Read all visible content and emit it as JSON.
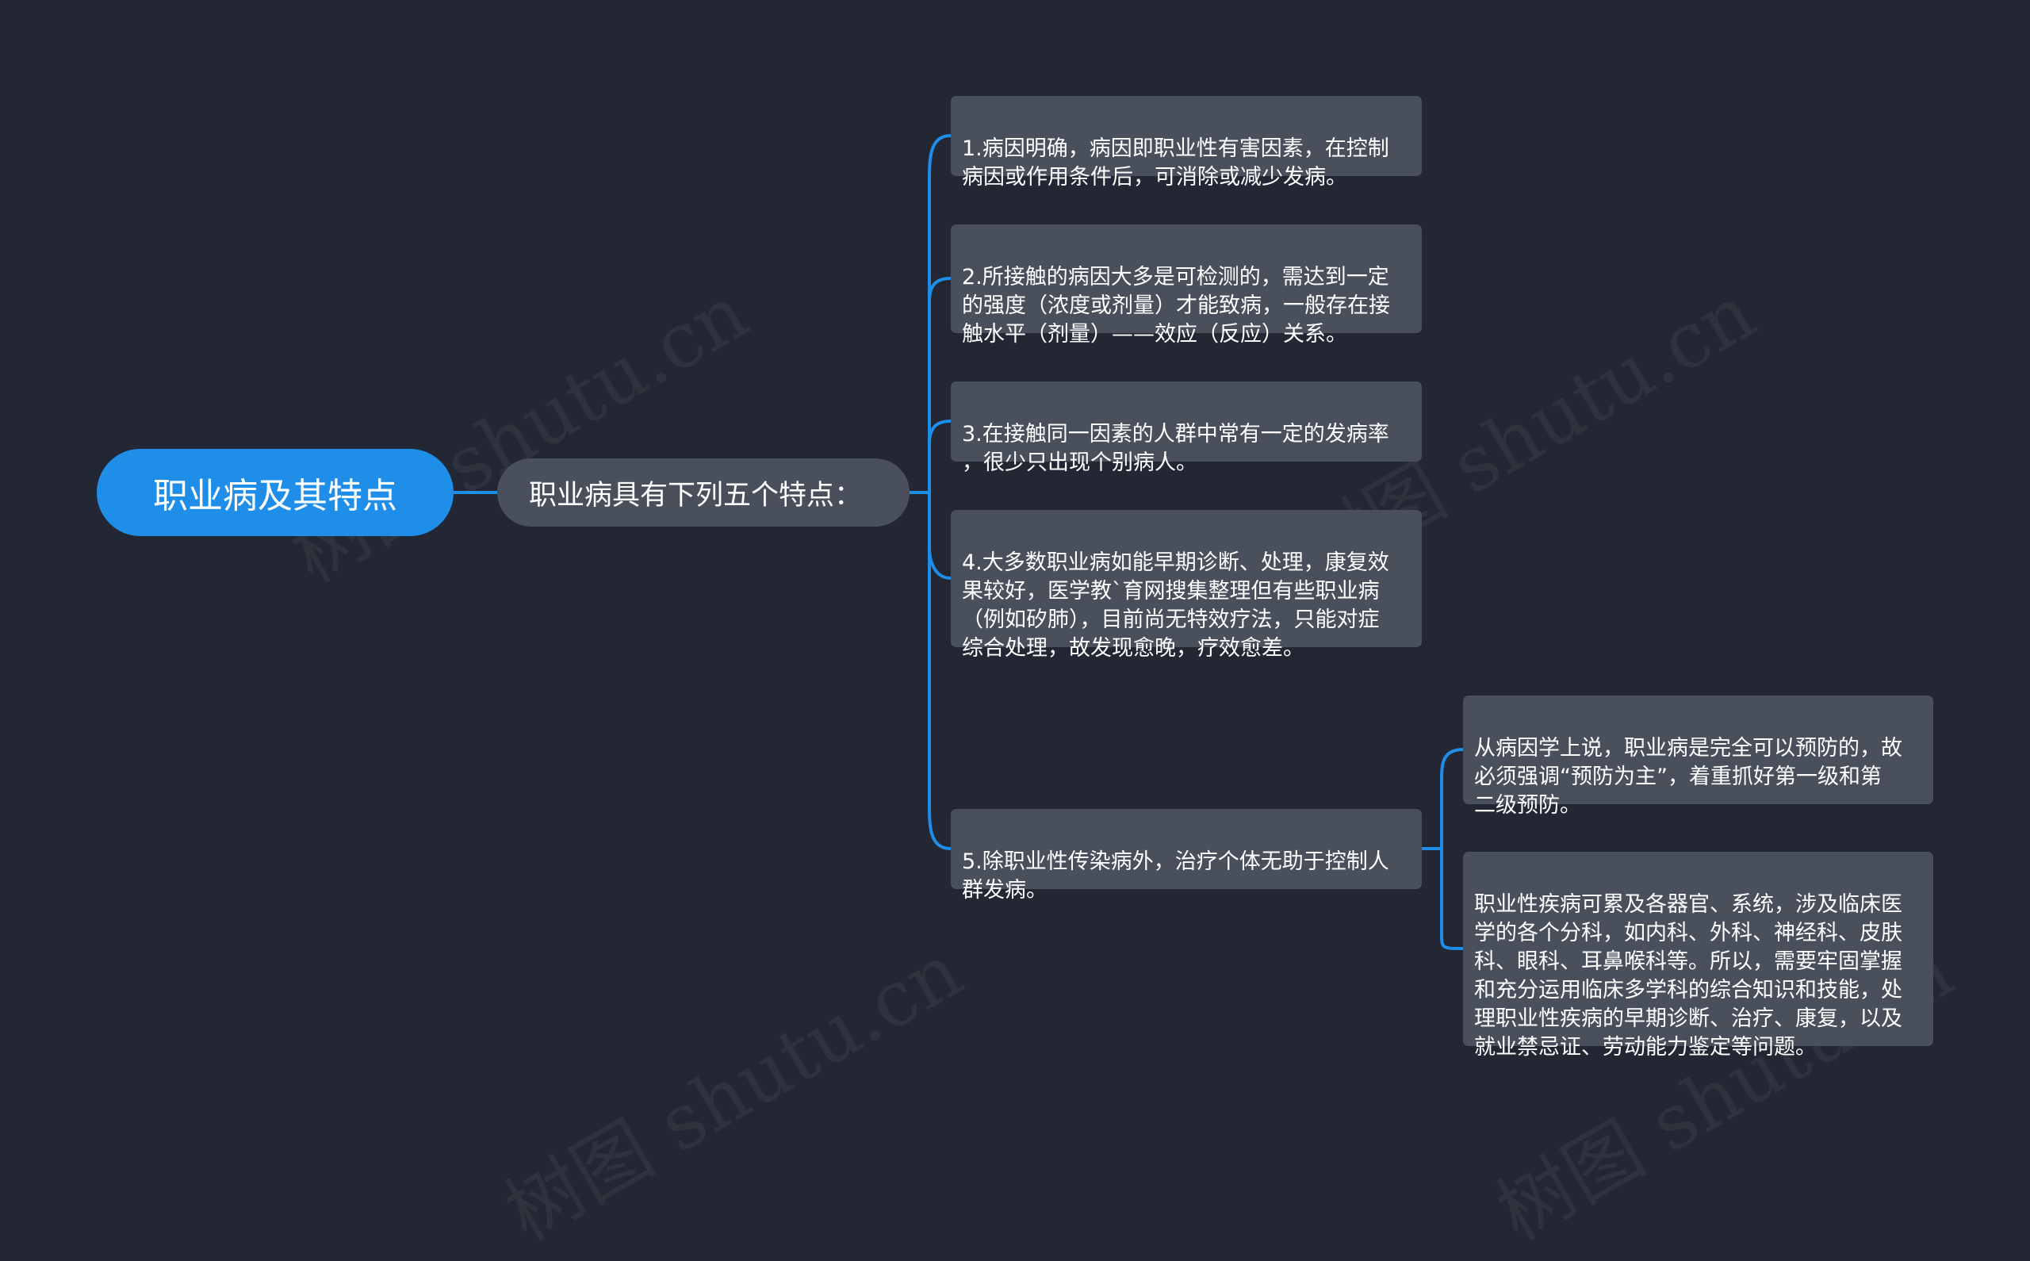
{
  "root": {
    "label": "职业病及其特点"
  },
  "branch": {
    "label": "职业病具有下列五个特点："
  },
  "points": [
    {
      "text": "1.病因明确，病因即职业性有害因素，在控制\n病因或作用条件后，可消除或减少发病。"
    },
    {
      "text": "2.所接触的病因大多是可检测的，需达到一定\n的强度（浓度或剂量）才能致病，一般存在接\n触水平（剂量）——效应（反应）关系。"
    },
    {
      "text": "3.在接触同一因素的人群中常有一定的发病率\n，很少只出现个别病人。"
    },
    {
      "text": "4.大多数职业病如能早期诊断、处理，康复效\n果较好，医学教`育网搜集整理但有些职业病\n（例如矽肺），目前尚无特效疗法，只能对症\n综合处理，故发现愈晚，疗效愈差。"
    },
    {
      "text": "5.除职业性传染病外，治疗个体无助于控制人\n群发病。"
    }
  ],
  "sub_points": [
    {
      "text": "从病因学上说，职业病是完全可以预防的，故\n必须强调“预防为主”，着重抓好第一级和第\n二级预防。"
    },
    {
      "text": "职业性疾病可累及各器官、系统，涉及临床医\n学的各个分科，如内科、外科、神经科、皮肤\n科、眼科、耳鼻喉科等。所以，需要牢固掌握\n和充分运用临床多学科的综合知识和技能，处\n理职业性疾病的早期诊断、治疗、康复，以及\n就业禁忌证、劳动能力鉴定等问题。"
    }
  ],
  "watermark": "树图 shutu.cn",
  "colors": {
    "background": "#222733",
    "root": "#1f8ee8",
    "node": "#4a4f5c",
    "connector": "#1f8ee8",
    "text": "#ffffff"
  }
}
